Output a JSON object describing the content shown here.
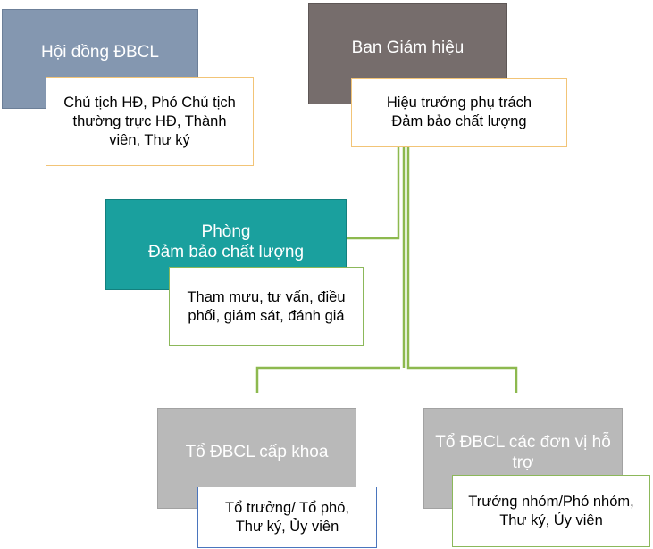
{
  "nodes": {
    "council": {
      "title": "Hội đồng ĐBCL",
      "detail": "Chủ tịch HĐ, Phó Chủ tịch\nthường trực HĐ, Thành\nviên, Thư ký"
    },
    "board": {
      "title": "Ban Giám hiệu",
      "detail": "Hiệu trưởng phụ trách\nĐảm bảo chất lượng"
    },
    "qa_office": {
      "title": "Phòng\nĐảm bảo chất lượng",
      "detail": "Tham mưu, tư vấn,  điều\nphối, giám sát, đánh giá"
    },
    "faculty_team": {
      "title": "Tổ ĐBCL cấp khoa",
      "detail": "Tổ trưởng/ Tổ phó,\nThư ký, Ủy viên"
    },
    "support_team": {
      "title": "Tổ ĐBCL các đơn vị hỗ\ntrợ",
      "detail": "Trưởng nhóm/Phó nhóm,\nThư ký, Ủy viên"
    }
  },
  "colors": {
    "council_fill": "#8497b0",
    "board_fill": "#766d6c",
    "qa_fill": "#1aa09e",
    "team_fill": "#b9b9b9",
    "connector": "#8db94f",
    "orange_border": "#f2c477",
    "green_border": "#8cb85a",
    "blue_border": "#4a75bd"
  }
}
